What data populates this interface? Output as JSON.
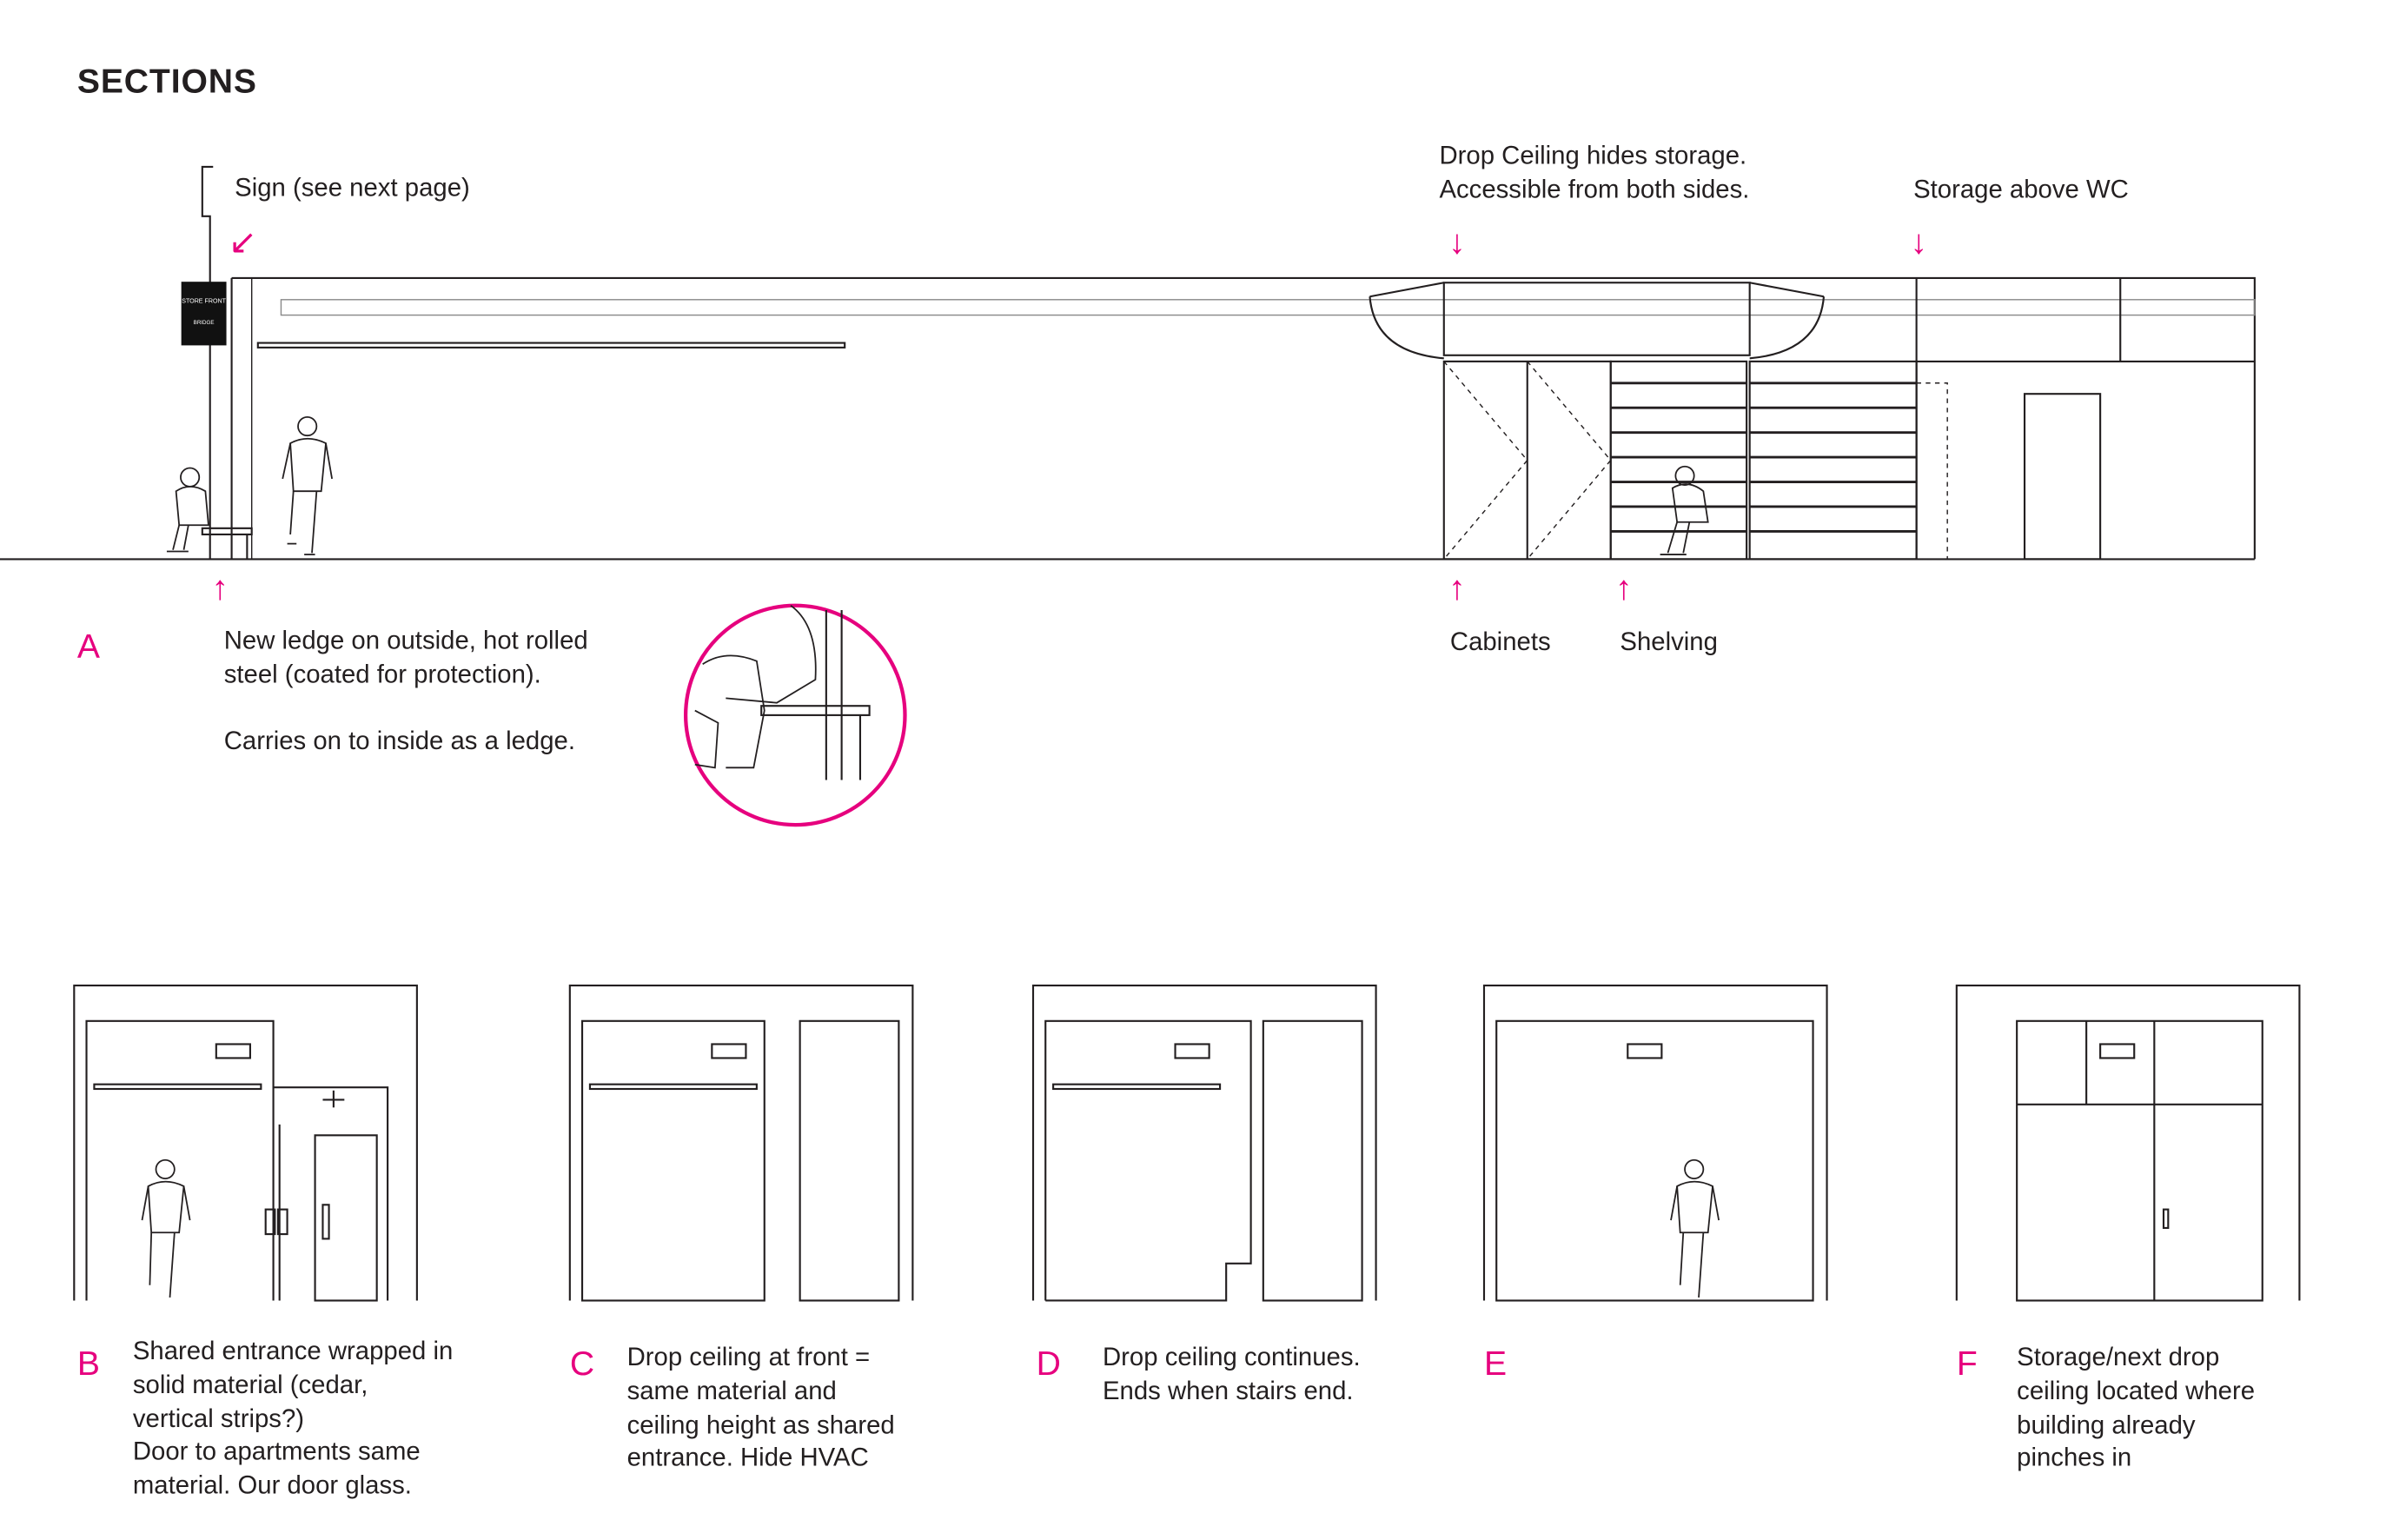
{
  "title": "SECTIONS",
  "colors": {
    "accent": "#e6007e",
    "line": "#231f20"
  },
  "long_section": {
    "sign_label": "Sign (see next page)",
    "sign_text_1": "STORE FRONT",
    "sign_text_2": "BRIDGE",
    "drop_ceiling_label": "Drop Ceiling hides storage.\nAccessible from both sides.",
    "storage_wc_label": "Storage above WC",
    "cabinets_label": "Cabinets",
    "shelving_label": "Shelving"
  },
  "section_a": {
    "letter": "A",
    "note_1": "New ledge on outside, hot rolled\nsteel (coated for protection).",
    "note_2": "Carries on to inside as a ledge."
  },
  "sections": [
    {
      "letter": "B",
      "note": "Shared entrance wrapped in\nsolid material (cedar,\nvertical strips?)\nDoor to apartments same\nmaterial. Our door glass."
    },
    {
      "letter": "C",
      "note": "Drop ceiling at front =\nsame material and\nceiling height as shared\nentrance. Hide HVAC"
    },
    {
      "letter": "D",
      "note": "Drop ceiling continues.\nEnds when stairs end."
    },
    {
      "letter": "E",
      "note": ""
    },
    {
      "letter": "F",
      "note": "Storage/next drop\nceiling located where\nbuilding already\npinches in"
    }
  ]
}
